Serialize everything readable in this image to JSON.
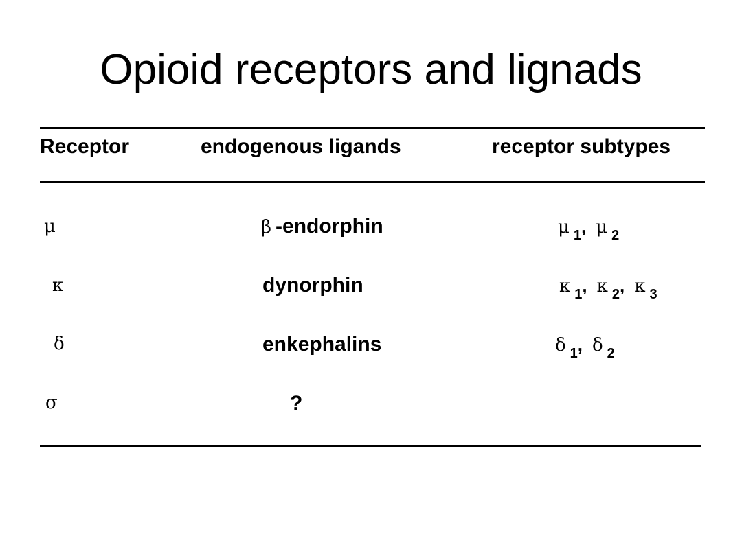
{
  "slide": {
    "title": "Opioid receptors and lignads"
  },
  "table": {
    "headers": {
      "receptor": "Receptor",
      "ligands": "endogenous ligands",
      "subtypes": "receptor subtypes"
    },
    "rows": [
      {
        "receptor": "μ",
        "ligand_prefix": "β",
        "ligand": "-endorphin",
        "subtypes": [
          {
            "symbol": "μ",
            "index": "1",
            "sep": ","
          },
          {
            "symbol": "μ",
            "index": "2",
            "sep": ""
          }
        ]
      },
      {
        "receptor": "κ",
        "ligand_prefix": "",
        "ligand": "dynorphin",
        "subtypes": [
          {
            "symbol": "κ",
            "index": "1",
            "sep": ","
          },
          {
            "symbol": "κ",
            "index": "2",
            "sep": ","
          },
          {
            "symbol": "κ",
            "index": "3",
            "sep": ""
          }
        ]
      },
      {
        "receptor": "δ",
        "ligand_prefix": "",
        "ligand": "enkephalins",
        "subtypes": [
          {
            "symbol": "δ",
            "index": "1",
            "sep": ","
          },
          {
            "symbol": "δ",
            "index": "2",
            "sep": ""
          }
        ]
      },
      {
        "receptor": "σ",
        "ligand_prefix": "",
        "ligand": "?",
        "subtypes": []
      }
    ]
  }
}
